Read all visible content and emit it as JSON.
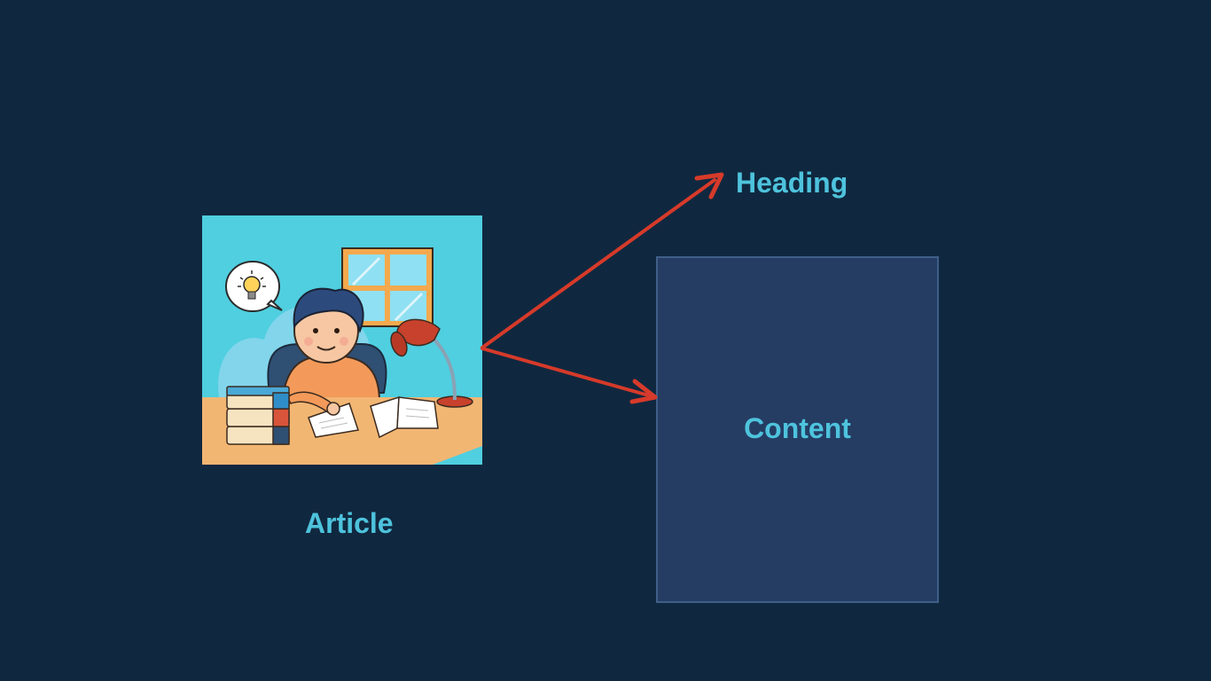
{
  "diagram": {
    "article_label": "Article",
    "heading_label": "Heading",
    "content_label": "Content"
  },
  "colors": {
    "background": "#10283f",
    "label_text": "#4ec3dd",
    "arrow": "#d63a2a",
    "content_box_fill": "#253d63",
    "content_box_border": "#3f5f8a"
  },
  "illustration": {
    "subject": "student-writing-at-desk",
    "elements": [
      "lightbulb-thought-bubble",
      "window",
      "desk-lamp",
      "stack-of-books",
      "open-book",
      "paper"
    ]
  }
}
